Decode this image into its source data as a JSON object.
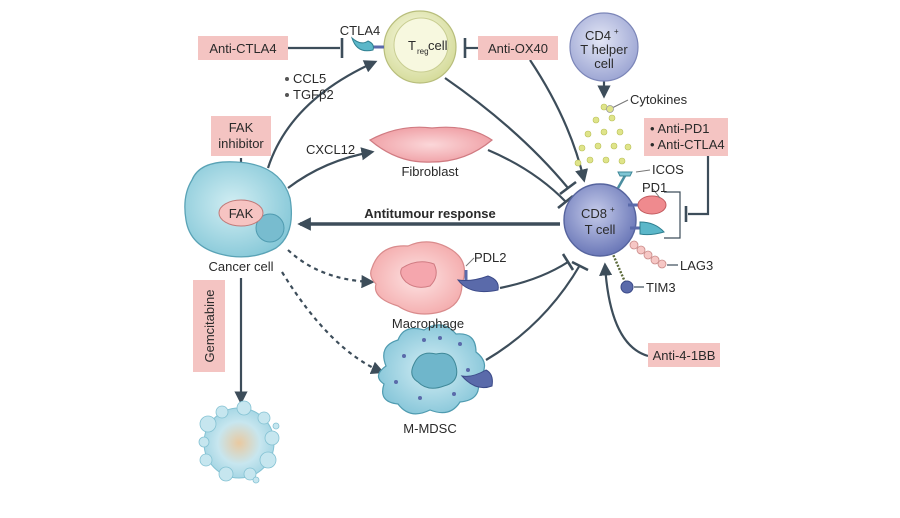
{
  "colors": {
    "drug_box": "#f4c4c2",
    "arrow": "#3d4d5a",
    "treg": "#ecefc6",
    "cd4": "#c5cbe6",
    "cd8": "#8d99cf",
    "cancer": "#a9dbe6",
    "fibroblast": "#f3a7ab",
    "macrophage": "#f7bcbc",
    "mdsc": "#9fd2e0",
    "receptor": "#5a6aaa",
    "pd1": "#ef8a8e",
    "cytokine": "#dfe48a"
  },
  "labels": {
    "ctla4": "CTLA4",
    "treg_main": "T",
    "treg_sub": "reg",
    "treg_cell": " cell",
    "cd4_line1": "CD4",
    "cd4_sup": "+",
    "cd4_line2": "T helper",
    "cd4_line3": "cell",
    "cytokines": "Cytokines",
    "icos": "ICOS",
    "pd1": "PD1",
    "cd8_line1": "CD8",
    "cd8_sup": "+",
    "cd8_line2": "T cell",
    "lag3": "LAG3",
    "tim3": "TIM3",
    "ccl5": "CCL5",
    "tgfb2": "TGFβ2",
    "cxcl12": "CXCL12",
    "fibroblast": "Fibroblast",
    "fak": "FAK",
    "cancer_cell": "Cancer cell",
    "antitumour": "Antitumour response",
    "pdl2": "PDL2",
    "macrophage": "Macrophage",
    "mdsc": "M-MDSC"
  },
  "drugs": {
    "anti_ctla4": "Anti-CTLA4",
    "anti_ox40": "Anti-OX40",
    "fak_inhibitor_1": "FAK",
    "fak_inhibitor_2": "inhibitor",
    "anti_pd1": "• Anti-PD1",
    "anti_ctla4_2": "• Anti-CTLA4",
    "gemcitabine": "Gemcitabine",
    "anti_41bb": "Anti-4-1BB"
  }
}
